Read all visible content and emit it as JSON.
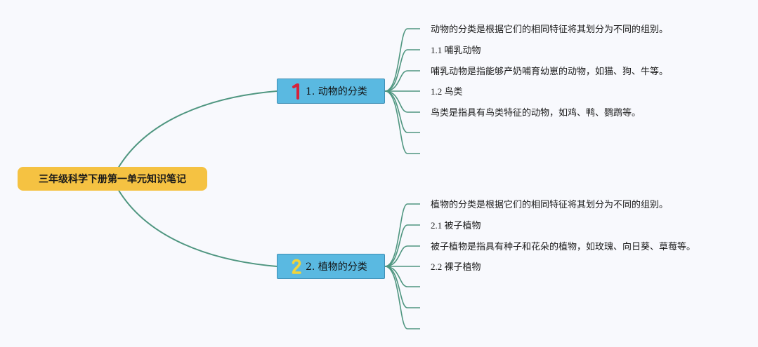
{
  "root": {
    "title": "三年级科学下册第一单元知识笔记"
  },
  "branches": [
    {
      "label": "1. 动物的分类",
      "marker": "1",
      "marker_color": "#d6233c",
      "leaves": [
        "动物的分类是根据它们的相同特征将其划分为不同的组别。",
        "1.1 哺乳动物",
        "哺乳动物是指能够产奶哺育幼崽的动物，如猫、狗、牛等。",
        "1.2 鸟类",
        "鸟类是指具有鸟类特征的动物，如鸡、鸭、鹦鹉等。",
        "",
        ""
      ]
    },
    {
      "label": "2. 植物的分类",
      "marker": "2",
      "marker_color": "#f2d43a",
      "leaves": [
        "植物的分类是根据它们的相同特征将其划分为不同的组别。",
        "2.1 被子植物",
        "被子植物是指具有种子和花朵的植物，如玫瑰、向日葵、草莓等。",
        "2.2 裸子植物",
        "",
        "",
        ""
      ]
    }
  ],
  "colors": {
    "connector": "#4f9680",
    "root_fill": "#f5c242",
    "branch_fill": "#5ab9e1",
    "background": "#f8f9fd"
  }
}
